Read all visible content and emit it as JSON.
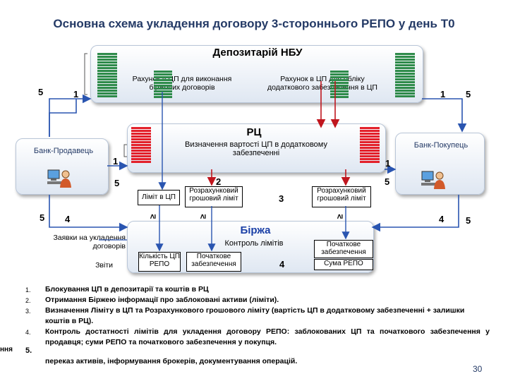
{
  "title": "Основна схема укладення договору 3-стороннього РЕПО  у день Т0",
  "depository": {
    "name": "Депозитарій НБУ",
    "account_left": "Рахунок в ЦП для виконання біржових договорів",
    "account_right": "Рахунок в ЦП для обліку додаткового забезпечення в ЦП"
  },
  "rc": {
    "name": "РЦ",
    "description": "Визначення вартості ЦП в додатковому забезпеченні",
    "limit_cp": "Ліміт в ЦП",
    "cash_limit_left": "Розрахунковий грошовий ліміт",
    "cash_limit_right": "Розрахунковий грошовий ліміт"
  },
  "seller": {
    "name": "Банк-Продавець"
  },
  "buyer": {
    "name": "Банк-Покупець"
  },
  "exchange": {
    "name": "Біржа",
    "limit_control": "Контроль лімітів",
    "orders": "Заявки на укладення договорів",
    "reports": "Звіти",
    "qty_repo": "Кількість ЦП РЕПО",
    "initial_collateral_left": "Початкове забезпечення",
    "initial_collateral_right": "Початкове забезпечення",
    "repo_sum": "Сума РЕПО",
    "step4": "4"
  },
  "step_labels": {
    "s5_top_left": "5",
    "s1_top_left": "1",
    "s1_top_right": "1",
    "s5_top_right": "5",
    "s1_seller": "1",
    "s1_buyer": "1",
    "s5_rc_left": "5",
    "s2": "2",
    "s5_rc_right": "5",
    "s3": "3",
    "s5_bottom_left": "5",
    "s4_left": "4",
    "s4_right": "4",
    "s5_bottom_right": "5",
    "ge1": "≥",
    "ge2": "≥",
    "ge3": "≥"
  },
  "notes": [
    {
      "n": "1.",
      "text": "Блокування ЦП в депозитарії та коштів в РЦ"
    },
    {
      "n": "2.",
      "text": "Отримання Біржею інформації про заблоковані активи (ліміти)."
    },
    {
      "n": "3.",
      "text": "Визначення Ліміту в ЦП та Розрахункового грошового ліміту (вартість ЦП в додатковому забезпеченні + залишки коштів в РЦ)."
    },
    {
      "n": "4.",
      "text": "Контроль достатності лімітів для укладення договору РЕПО: заблокованих ЦП та початкового забезпечення у продавця; суми РЕПО та початкового забезпечення у покупця."
    },
    {
      "n": "5.",
      "text": "переказ активів, інформування брокерів, документування операцій."
    }
  ],
  "cut_text_left": "ння",
  "page_number": "30",
  "colors": {
    "green_stack": "#2e8b4a",
    "red_stack": "#e3202a",
    "arrow_blue": "#2a55b0",
    "arrow_red": "#c0161e",
    "title": "#243a66"
  }
}
